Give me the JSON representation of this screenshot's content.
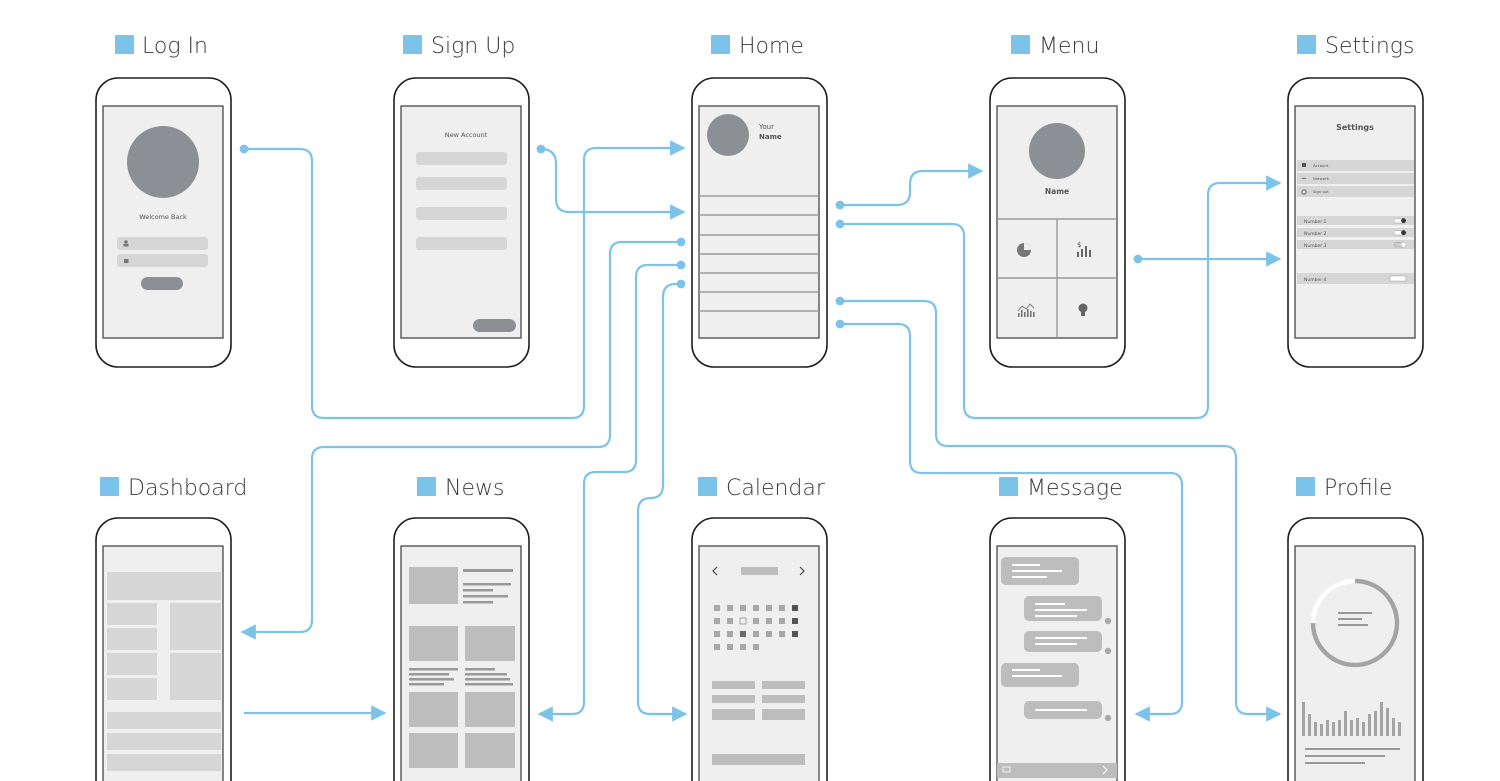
{
  "accent_color": "#7cc3ea",
  "screens": {
    "login": {
      "title": "Log In",
      "welcome": "Welcome Back"
    },
    "signup": {
      "title": "Sign Up",
      "heading": "New Account"
    },
    "home": {
      "title": "Home",
      "name_line1": "Your",
      "name_line2": "Name"
    },
    "menu": {
      "title": "Menu",
      "name": "Name"
    },
    "settings": {
      "title": "Settings",
      "heading": "Settings",
      "items": [
        "Account",
        "Network",
        "Sign out"
      ],
      "toggles": [
        "Number 1",
        "Number 2",
        "Number 3"
      ],
      "stepper_label": "Number 4"
    },
    "dashboard": {
      "title": "Dashboard"
    },
    "news": {
      "title": "News"
    },
    "calendar": {
      "title": "Calendar"
    },
    "message": {
      "title": "Message"
    },
    "profile": {
      "title": "Profile"
    }
  }
}
